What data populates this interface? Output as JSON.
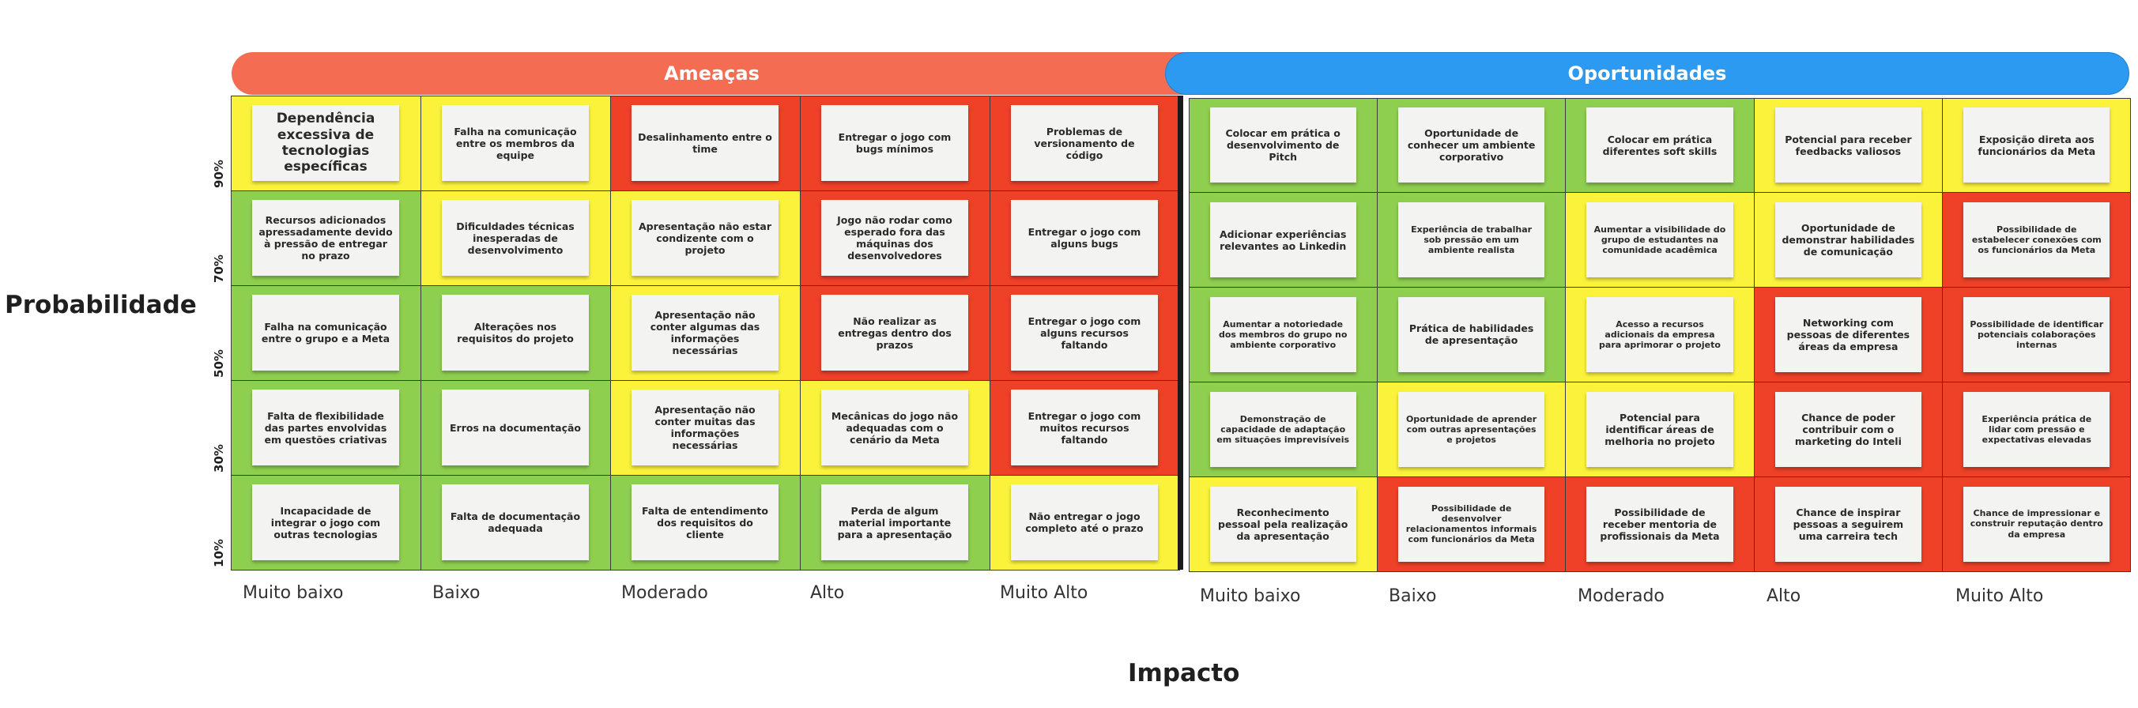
{
  "axes": {
    "probability_title": "Probabilidade",
    "impact_title": "Impacto",
    "probability_levels": [
      "90%",
      "70%",
      "50%",
      "30%",
      "10%"
    ],
    "impact_levels": [
      "Muito baixo",
      "Baixo",
      "Moderado",
      "Alto",
      "Muito Alto"
    ]
  },
  "colors": {
    "threats_banner": "#f46c52",
    "opportunities_banner": "#2b9af0",
    "green": "#8fcf4f",
    "yellow": "#fbf33b",
    "red": "#ee4127"
  },
  "threats": {
    "title": "Ameaças",
    "rows": [
      [
        {
          "color": "yellow",
          "text": "Dependência excessiva de tecnologias específicas"
        },
        {
          "color": "yellow",
          "text": "Falha na comunicação entre os membros da equipe"
        },
        {
          "color": "red",
          "text": "Desalinhamento entre o time"
        },
        {
          "color": "red",
          "text": "Entregar o jogo com bugs mínimos"
        },
        {
          "color": "red",
          "text": "Problemas de versionamento de código"
        }
      ],
      [
        {
          "color": "green",
          "text": "Recursos adicionados apressadamente devido à pressão de entregar no prazo"
        },
        {
          "color": "yellow",
          "text": "Dificuldades técnicas inesperadas de desenvolvimento"
        },
        {
          "color": "yellow",
          "text": "Apresentação não estar condizente com o projeto"
        },
        {
          "color": "red",
          "text": "Jogo não rodar como esperado fora das máquinas dos desenvolvedores"
        },
        {
          "color": "red",
          "text": "Entregar o jogo com alguns bugs"
        }
      ],
      [
        {
          "color": "green",
          "text": "Falha na comunicação entre o grupo e a Meta"
        },
        {
          "color": "green",
          "text": "Alterações nos requisitos do projeto"
        },
        {
          "color": "yellow",
          "text": "Apresentação não conter algumas das informações necessárias"
        },
        {
          "color": "red",
          "text": "Não realizar as entregas dentro dos prazos"
        },
        {
          "color": "red",
          "text": "Entregar o jogo com alguns recursos faltando"
        }
      ],
      [
        {
          "color": "green",
          "text": "Falta de flexibilidade das partes envolvidas em questões criativas"
        },
        {
          "color": "green",
          "text": "Erros na documentação"
        },
        {
          "color": "yellow",
          "text": "Apresentação não conter muitas das informações necessárias"
        },
        {
          "color": "yellow",
          "text": "Mecânicas do jogo não adequadas com o cenário da Meta"
        },
        {
          "color": "red",
          "text": "Entregar o jogo com muitos recursos faltando"
        }
      ],
      [
        {
          "color": "green",
          "text": "Incapacidade de integrar o jogo com outras tecnologias"
        },
        {
          "color": "green",
          "text": "Falta de documentação adequada"
        },
        {
          "color": "green",
          "text": "Falta de entendimento dos requisitos do cliente"
        },
        {
          "color": "green",
          "text": "Perda de algum material importante para a apresentação"
        },
        {
          "color": "yellow",
          "text": "Não entregar o jogo completo até o prazo"
        }
      ]
    ]
  },
  "opportunities": {
    "title": "Oportunidades",
    "rows": [
      [
        {
          "color": "green",
          "text": "Colocar em prática o desenvolvimento de Pitch"
        },
        {
          "color": "green",
          "text": "Oportunidade de conhecer um ambiente corporativo"
        },
        {
          "color": "green",
          "text": "Colocar em prática diferentes soft skills"
        },
        {
          "color": "yellow",
          "text": "Potencial para receber feedbacks valiosos"
        },
        {
          "color": "yellow",
          "text": "Exposição direta aos funcionários da Meta"
        }
      ],
      [
        {
          "color": "green",
          "text": "Adicionar experiências relevantes ao Linkedin"
        },
        {
          "color": "green",
          "text": "Experiência de trabalhar sob pressão em um ambiente realista"
        },
        {
          "color": "yellow",
          "text": "Aumentar a visibilidade do grupo de estudantes na comunidade acadêmica"
        },
        {
          "color": "yellow",
          "text": "Oportunidade de demonstrar habilidades de comunicação"
        },
        {
          "color": "red",
          "text": "Possibilidade de estabelecer conexões com os funcionários da Meta"
        }
      ],
      [
        {
          "color": "green",
          "text": "Aumentar a notoriedade dos membros do grupo no ambiente corporativo"
        },
        {
          "color": "green",
          "text": "Prática de habilidades de apresentação"
        },
        {
          "color": "yellow",
          "text": "Acesso a recursos adicionais da empresa para aprimorar o projeto"
        },
        {
          "color": "red",
          "text": "Networking com pessoas de diferentes áreas da empresa"
        },
        {
          "color": "red",
          "text": "Possibilidade de identificar potenciais colaborações internas"
        }
      ],
      [
        {
          "color": "green",
          "text": "Demonstração de capacidade de adaptação em situações imprevisíveis"
        },
        {
          "color": "yellow",
          "text": "Oportunidade de aprender com outras apresentações e projetos"
        },
        {
          "color": "yellow",
          "text": "Potencial para identificar áreas de melhoria no projeto"
        },
        {
          "color": "red",
          "text": "Chance de poder contribuir com o marketing do Inteli"
        },
        {
          "color": "red",
          "text": "Experiência prática de lidar com pressão e expectativas elevadas"
        }
      ],
      [
        {
          "color": "yellow",
          "text": "Reconhecimento pessoal pela realização da apresentação"
        },
        {
          "color": "red",
          "text": "Possibilidade de desenvolver relacionamentos informais com funcionários da Meta"
        },
        {
          "color": "red",
          "text": "Possibilidade de receber mentoria de profissionais da Meta"
        },
        {
          "color": "red",
          "text": "Chance de inspirar pessoas a seguirem uma carreira tech"
        },
        {
          "color": "red",
          "text": "Chance de impressionar e construir reputação dentro da empresa"
        }
      ]
    ]
  }
}
